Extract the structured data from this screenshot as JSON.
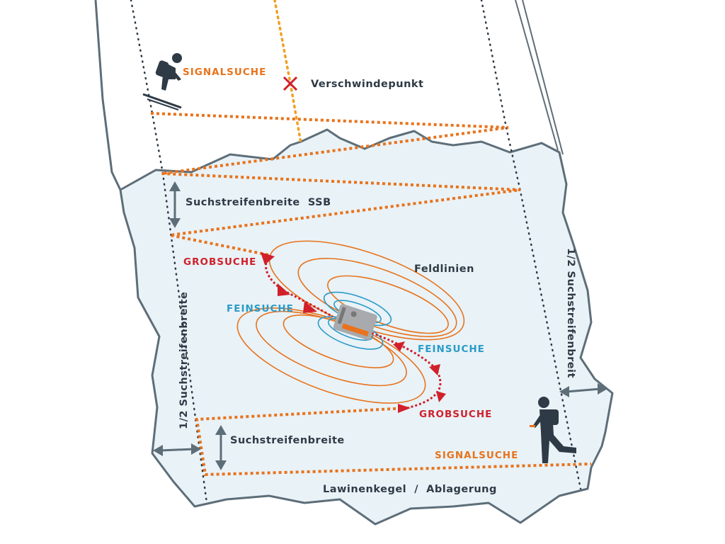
{
  "colors": {
    "terrain": "#e9f2f7",
    "outline": "#5d6e79",
    "orange": "#e8731c",
    "red": "#d0202a",
    "blue": "#2a9bc8",
    "dark": "#2e3a45",
    "grey": "#5d6e79"
  },
  "labels": {
    "signalsuche_top": "SIGNALSUCHE",
    "verschwindepunkt": "Verschwindepunkt",
    "ssb": "Suchstreifenbreite  SSB",
    "grobsuche_top": "GROBSUCHE",
    "feldlinien": "Feldlinien",
    "feinsuche_left": "FEINSUCHE",
    "feinsuche_right": "FEINSUCHE",
    "grobsuche_bottom": "GROBSUCHE",
    "half_left": "1/2 Suchstreifenbreite",
    "half_right": "1/2 Suchstreifenbreit",
    "suchstreifenbreite": "Suchstreifenbreite",
    "signalsuche_bottom": "SIGNALSUCHE",
    "lawinenkegel": "Lawinenkegel  /  Ablagerung"
  },
  "icons": [
    "skier-icon",
    "walker-icon",
    "disappearance-x-icon",
    "transceiver-icon",
    "double-arrow-icon"
  ]
}
